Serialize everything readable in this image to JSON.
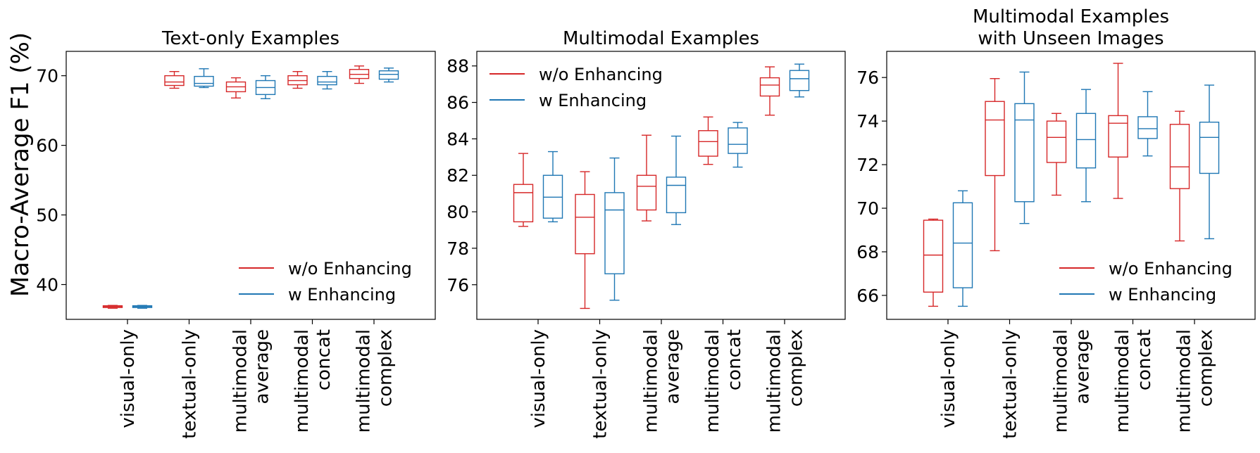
{
  "figure": {
    "ylabel": "Macro-Average F1 (%)"
  },
  "legend": {
    "entries": [
      "w/o Enhancing",
      "w Enhancing"
    ]
  },
  "colors": {
    "without": "#d62728",
    "with": "#1f77b4"
  },
  "chart_data": [
    {
      "type": "box",
      "title": "Text-only Examples",
      "categories": [
        "visual-only",
        "textual-only",
        "multimodal average",
        "multimodal concat",
        "multimodal complex"
      ],
      "category_lines": [
        [
          "visual-only"
        ],
        [
          "textual-only"
        ],
        [
          "multimodal",
          "average"
        ],
        [
          "multimodal",
          "concat"
        ],
        [
          "multimodal",
          "complex"
        ]
      ],
      "ylim": [
        35,
        73.5
      ],
      "yticks": [
        40,
        50,
        60,
        70
      ],
      "legend_position": "lower-right",
      "series": [
        {
          "name": "w/o Enhancing",
          "boxes": [
            {
              "min": 36.6,
              "q1": 36.7,
              "median": 36.85,
              "q3": 36.95,
              "max": 37.0
            },
            {
              "min": 68.2,
              "q1": 68.6,
              "median": 69.1,
              "q3": 70.0,
              "max": 70.6
            },
            {
              "min": 66.8,
              "q1": 67.7,
              "median": 68.4,
              "q3": 69.1,
              "max": 69.7
            },
            {
              "min": 68.2,
              "q1": 68.7,
              "median": 69.3,
              "q3": 70.0,
              "max": 70.6
            },
            {
              "min": 68.9,
              "q1": 69.6,
              "median": 70.2,
              "q3": 70.9,
              "max": 71.4
            }
          ]
        },
        {
          "name": "w Enhancing",
          "boxes": [
            {
              "min": 36.6,
              "q1": 36.7,
              "median": 36.85,
              "q3": 36.95,
              "max": 37.0
            },
            {
              "min": 68.3,
              "q1": 68.5,
              "median": 68.9,
              "q3": 69.9,
              "max": 71.0
            },
            {
              "min": 66.7,
              "q1": 67.3,
              "median": 68.3,
              "q3": 69.3,
              "max": 70.0
            },
            {
              "min": 68.1,
              "q1": 68.7,
              "median": 69.1,
              "q3": 69.9,
              "max": 70.6
            },
            {
              "min": 69.1,
              "q1": 69.5,
              "median": 70.2,
              "q3": 70.7,
              "max": 71.1
            }
          ]
        }
      ]
    },
    {
      "type": "box",
      "title": "Multimodal Examples",
      "categories": [
        "visual-only",
        "textual-only",
        "multimodal average",
        "multimodal concat",
        "multimodal complex"
      ],
      "category_lines": [
        [
          "visual-only"
        ],
        [
          "textual-only"
        ],
        [
          "multimodal",
          "average"
        ],
        [
          "multimodal",
          "concat"
        ],
        [
          "multimodal",
          "complex"
        ]
      ],
      "ylim": [
        74.1,
        88.8
      ],
      "yticks": [
        76,
        78,
        80,
        82,
        84,
        86,
        88
      ],
      "legend_position": "upper-left",
      "series": [
        {
          "name": "w/o Enhancing",
          "boxes": [
            {
              "min": 79.2,
              "q1": 79.45,
              "median": 81.05,
              "q3": 81.5,
              "max": 83.2
            },
            {
              "min": 74.7,
              "q1": 77.7,
              "median": 79.7,
              "q3": 80.95,
              "max": 82.2
            },
            {
              "min": 79.5,
              "q1": 80.1,
              "median": 81.4,
              "q3": 82.0,
              "max": 84.2
            },
            {
              "min": 82.6,
              "q1": 83.05,
              "median": 83.85,
              "q3": 84.45,
              "max": 85.2
            },
            {
              "min": 85.3,
              "q1": 86.35,
              "median": 86.95,
              "q3": 87.35,
              "max": 87.95
            }
          ]
        },
        {
          "name": "w Enhancing",
          "boxes": [
            {
              "min": 79.45,
              "q1": 79.65,
              "median": 80.8,
              "q3": 82.0,
              "max": 83.3
            },
            {
              "min": 75.15,
              "q1": 76.6,
              "median": 80.1,
              "q3": 81.05,
              "max": 82.95
            },
            {
              "min": 79.3,
              "q1": 79.95,
              "median": 81.45,
              "q3": 81.9,
              "max": 84.15
            },
            {
              "min": 82.45,
              "q1": 83.2,
              "median": 83.7,
              "q3": 84.6,
              "max": 84.9
            },
            {
              "min": 86.3,
              "q1": 86.65,
              "median": 87.3,
              "q3": 87.75,
              "max": 88.1
            }
          ]
        }
      ]
    },
    {
      "type": "box",
      "title": "Multimodal Examples\nwith Unseen Images",
      "title_lines": [
        "Multimodal Examples",
        "with Unseen Images"
      ],
      "categories": [
        "visual-only",
        "textual-only",
        "multimodal average",
        "multimodal concat",
        "multimodal complex"
      ],
      "category_lines": [
        [
          "visual-only"
        ],
        [
          "textual-only"
        ],
        [
          "multimodal",
          "average"
        ],
        [
          "multimodal",
          "concat"
        ],
        [
          "multimodal",
          "complex"
        ]
      ],
      "ylim": [
        64.9,
        77.2
      ],
      "yticks": [
        66,
        68,
        70,
        72,
        74,
        76
      ],
      "legend_position": "lower-right",
      "series": [
        {
          "name": "w/o Enhancing",
          "boxes": [
            {
              "min": 65.5,
              "q1": 66.15,
              "median": 67.85,
              "q3": 69.45,
              "max": 69.5
            },
            {
              "min": 68.05,
              "q1": 71.5,
              "median": 74.05,
              "q3": 74.9,
              "max": 75.95
            },
            {
              "min": 70.6,
              "q1": 72.1,
              "median": 73.25,
              "q3": 74.0,
              "max": 74.35
            },
            {
              "min": 70.45,
              "q1": 72.35,
              "median": 73.9,
              "q3": 74.25,
              "max": 76.65
            },
            {
              "min": 68.5,
              "q1": 70.9,
              "median": 71.9,
              "q3": 73.85,
              "max": 74.45
            }
          ]
        },
        {
          "name": "w Enhancing",
          "boxes": [
            {
              "min": 65.5,
              "q1": 66.35,
              "median": 68.4,
              "q3": 70.25,
              "max": 70.8
            },
            {
              "min": 69.3,
              "q1": 70.3,
              "median": 74.05,
              "q3": 74.8,
              "max": 76.25
            },
            {
              "min": 70.3,
              "q1": 71.85,
              "median": 73.15,
              "q3": 74.35,
              "max": 75.45
            },
            {
              "min": 72.4,
              "q1": 73.2,
              "median": 73.65,
              "q3": 74.2,
              "max": 75.35
            },
            {
              "min": 68.6,
              "q1": 71.6,
              "median": 73.25,
              "q3": 73.95,
              "max": 75.65
            }
          ]
        }
      ]
    }
  ]
}
